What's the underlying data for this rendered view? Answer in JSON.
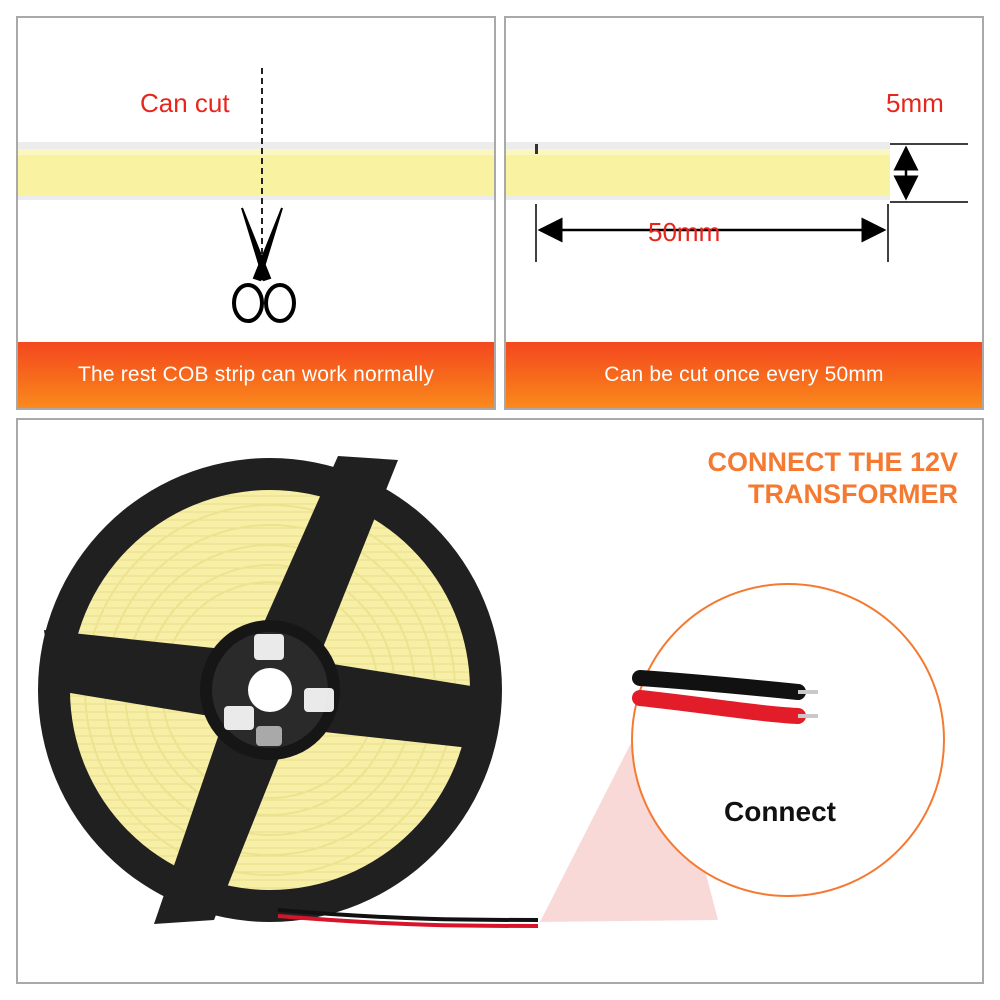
{
  "cut_panel": {
    "label": "Can cut",
    "banner": "The rest COB strip can work normally",
    "icon": "scissors-icon"
  },
  "size_panel": {
    "height_label": "5mm",
    "length_label": "50mm",
    "banner": "Can be cut once every 50mm"
  },
  "connect_panel": {
    "headline_line1": "CONNECT THE 12V",
    "headline_line2": "TRANSFORMER",
    "connect_label": "Connect"
  },
  "colors": {
    "accent_red": "#e8251c",
    "banner_orange": "#f76b1c",
    "headline_orange": "#f47a31",
    "strip_yellow": "#f9f2a0",
    "reel_black": "#202020"
  }
}
